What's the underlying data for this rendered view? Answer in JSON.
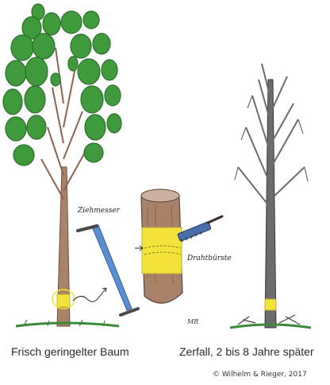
{
  "captions": {
    "left": "Frisch geringelter Baum",
    "right": "Zerfall, 2 bis 8 Jahre später"
  },
  "labels": {
    "drawknife": "Ziehmesser",
    "wire_brush": "Drahtbürste",
    "signature": "MR"
  },
  "copyright": "© Wilhelm & Rieger, 2017",
  "colors": {
    "foliage": "#3f9a3c",
    "foliage_dark": "#2c6e2a",
    "trunk": "#a9826a",
    "dead_tree": "#6e6a6e",
    "ring": "#f2e23a",
    "blade": "#5b8fd1",
    "grass": "#3a8a3a"
  }
}
